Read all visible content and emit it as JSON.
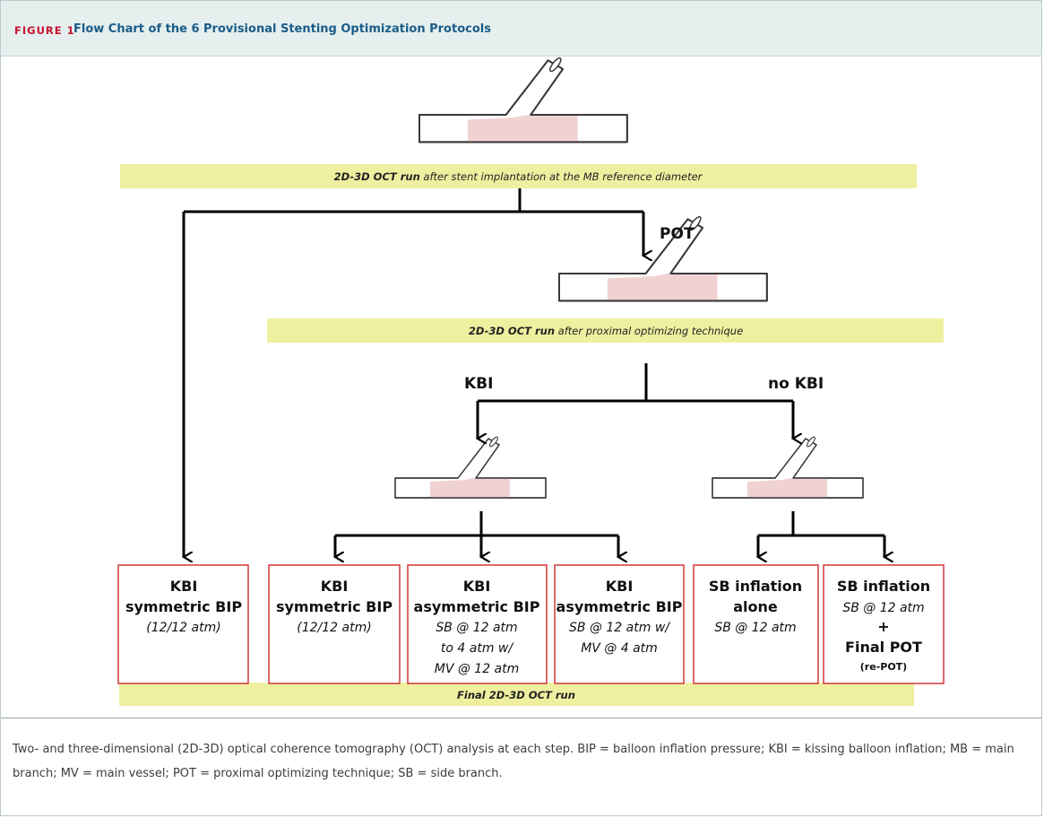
{
  "figure": {
    "number": "FIGURE 1",
    "title": "Flow Chart of the 6 Provisional Stenting Optimization Protocols"
  },
  "bars": {
    "initial": {
      "bold": "2D-3D OCT run",
      "rest": " after stent implantation at the MB reference diameter"
    },
    "pot": {
      "bold": "2D-3D  OCT run",
      "rest": " after proximal optimizing technique"
    },
    "final": "Final 2D-3D OCT run"
  },
  "labels": {
    "pot": "POT",
    "kbi": "KBI",
    "no_kbi": "no KBI"
  },
  "boxes": [
    {
      "title": [
        "KBI",
        "symmetric BIP"
      ],
      "detail": [
        "(12/12 atm)"
      ]
    },
    {
      "title": [
        "KBI",
        "symmetric BIP"
      ],
      "detail": [
        "(12/12 atm)"
      ]
    },
    {
      "title": [
        "KBI",
        "asymmetric BIP"
      ],
      "detail": [
        "SB @ 12 atm",
        "to 4 atm w/",
        "MV @ 12 atm"
      ]
    },
    {
      "title": [
        "KBI",
        "asymmetric BIP"
      ],
      "detail": [
        "SB @ 12 atm w/",
        "MV @ 4 atm"
      ]
    },
    {
      "title": [
        "SB inflation",
        "alone"
      ],
      "detail": [
        "SB @ 12 atm"
      ]
    },
    {
      "title": [
        "SB inflation"
      ],
      "detail": [
        "SB @ 12 atm"
      ],
      "extra_bold": [
        "+",
        "Final POT"
      ],
      "extra_small": "(re-POT)"
    }
  ],
  "caption": "Two- and three-dimensional (2D-3D) optical coherence tomography (OCT) analysis at each step. BIP = balloon inflation pressure; KBI = kissing balloon inflation; MB = main branch; MV = main vessel; POT = proximal optimizing technique; SB = side branch.",
  "colors": {
    "header_bg": "#e4efee",
    "figure_number": "#c8102e",
    "figure_title": "#1b5c89",
    "bar_fill": "#eef0a0",
    "box_border": "#cc2a2a",
    "stent": "#f1d2d2"
  }
}
